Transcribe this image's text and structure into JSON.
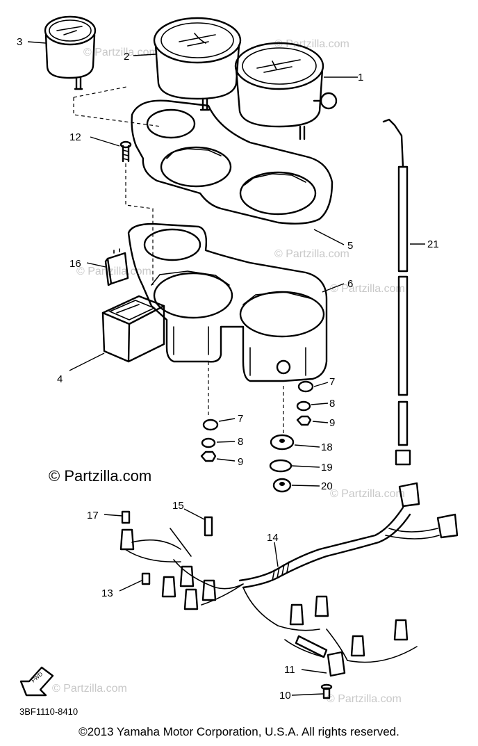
{
  "callouts": [
    "1",
    "2",
    "3",
    "4",
    "5",
    "6",
    "7",
    "8",
    "9",
    "10",
    "11",
    "12",
    "13",
    "14",
    "15",
    "16",
    "17",
    "18",
    "19",
    "20",
    "21"
  ],
  "callouts_repeat": [
    "7",
    "8",
    "9"
  ],
  "watermarks": [
    "© Partzilla.com",
    "© Partzilla.com",
    "© Partzilla.com",
    "© Partzilla.com",
    "© Partzilla.com",
    "© Partzilla.com",
    "© Partzilla.com",
    "© Partzilla.com"
  ],
  "main_watermark": "© Partzilla.com",
  "part_code": "3BF1110-8410",
  "fwd_label": "FWD",
  "copyright": "©2013  Yamaha Motor Corporation, U.S.A. All rights reserved."
}
